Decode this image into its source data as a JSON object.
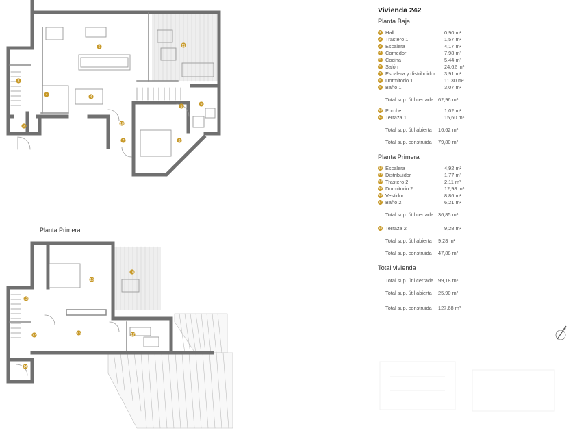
{
  "title": "Vivienda 242",
  "planta_baja": {
    "heading": "Planta Baja",
    "rooms": [
      {
        "num": "1",
        "name": "Hall",
        "area": "0,90 m²"
      },
      {
        "num": "2",
        "name": "Trastero 1",
        "area": "1,57 m²"
      },
      {
        "num": "3",
        "name": "Escalera",
        "area": "4,17 m²"
      },
      {
        "num": "4",
        "name": "Comedor",
        "area": "7,98 m²"
      },
      {
        "num": "5",
        "name": "Cocina",
        "area": "5,44 m²"
      },
      {
        "num": "6",
        "name": "Salón",
        "area": "24,62 m²"
      },
      {
        "num": "7",
        "name": "Escalera y distribuidor",
        "area": "3,91 m²"
      },
      {
        "num": "8",
        "name": "Dormitorio 1",
        "area": "11,30 m²"
      },
      {
        "num": "9",
        "name": "Baño 1",
        "area": "3,07 m²"
      }
    ],
    "total_cerrada_label": "Total sup. útil cerrada",
    "total_cerrada": "62,96 m²",
    "outdoor": [
      {
        "num": "10",
        "name": "Porche",
        "area": "1,02 m²"
      },
      {
        "num": "11",
        "name": "Terraza 1",
        "area": "15,60 m²"
      }
    ],
    "total_abierta_label": "Total sup. útil abierta",
    "total_abierta": "16,62 m²",
    "total_construida_label": "Total sup. construida",
    "total_construida": "79,80 m²"
  },
  "planta_primera": {
    "heading": "Planta Primera",
    "rooms": [
      {
        "num": "12",
        "name": "Escalera",
        "area": "4,92 m²"
      },
      {
        "num": "13",
        "name": "Distribuidor",
        "area": "1,77 m²"
      },
      {
        "num": "14",
        "name": "Trastero 2",
        "area": "2,11 m²"
      },
      {
        "num": "15",
        "name": "Dormitorio 2",
        "area": "12,98 m²"
      },
      {
        "num": "16",
        "name": "Vestidor",
        "area": "8,86 m²"
      },
      {
        "num": "17",
        "name": "Baño 2",
        "area": "6,21 m²"
      }
    ],
    "total_cerrada_label": "Total sup. útil cerrada",
    "total_cerrada": "36,85 m²",
    "outdoor": [
      {
        "num": "18",
        "name": "Terraza 2",
        "area": "9,28 m²"
      }
    ],
    "total_abierta_label": "Total sup. útil abierta",
    "total_abierta": "9,28 m²",
    "total_construida_label": "Total sup. construida",
    "total_construida": "47,88 m²"
  },
  "total_vivienda": {
    "heading": "Total vivienda",
    "cerrada_label": "Total sup. útil cerrada",
    "cerrada": "99,18 m²",
    "abierta_label": "Total sup. útil abierta",
    "abierta": "25,90 m²",
    "construida_label": "Total sup. construida",
    "construida": "127,68 m²"
  },
  "plan_labels": {
    "primera": "Planta Primera"
  },
  "plan_markers_baja": [
    "6",
    "11",
    "3",
    "4",
    "4",
    "8",
    "5",
    "9",
    "2",
    "10",
    "7",
    "8"
  ],
  "plan_markers_primera": [
    "15",
    "18",
    "12",
    "13",
    "16",
    "17",
    "14"
  ],
  "colors": {
    "marker": "#c89a2a",
    "wall": "#707070",
    "terrace": "#dcdcdc"
  },
  "icons": {
    "compass": "north-arrow-icon"
  }
}
